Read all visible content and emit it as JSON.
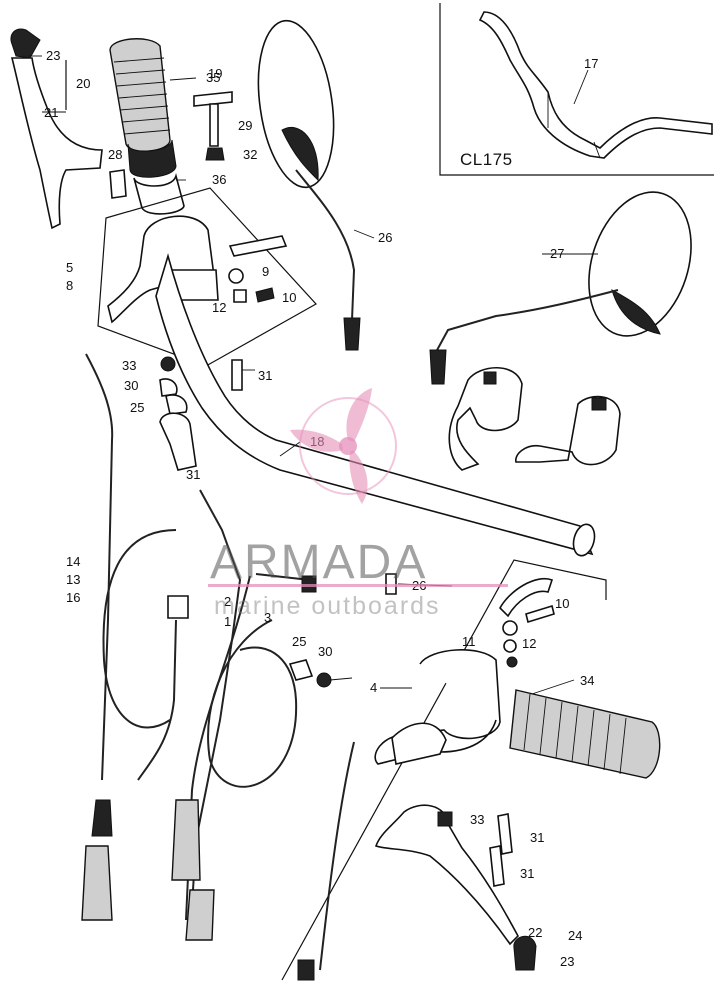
{
  "inset": {
    "title": "CL175"
  },
  "watermark": {
    "brand": "ARMADA",
    "tagline": "marine outboards",
    "color": "#e58fb8"
  },
  "callouts": [
    {
      "id": "c23a",
      "label": "23"
    },
    {
      "id": "c20",
      "label": "20"
    },
    {
      "id": "c21",
      "label": "21"
    },
    {
      "id": "c35",
      "label": "35"
    },
    {
      "id": "c19",
      "label": "19"
    },
    {
      "id": "c29",
      "label": "29"
    },
    {
      "id": "c32",
      "label": "32"
    },
    {
      "id": "c28",
      "label": "28"
    },
    {
      "id": "c36",
      "label": "36"
    },
    {
      "id": "c17",
      "label": "17"
    },
    {
      "id": "c26",
      "label": "26"
    },
    {
      "id": "c27",
      "label": "27"
    },
    {
      "id": "c5",
      "label": "5"
    },
    {
      "id": "c8",
      "label": "8"
    },
    {
      "id": "c9",
      "label": "9"
    },
    {
      "id": "c12a",
      "label": "12"
    },
    {
      "id": "c10a",
      "label": "10"
    },
    {
      "id": "c33a",
      "label": "33"
    },
    {
      "id": "c31a",
      "label": "31"
    },
    {
      "id": "c30a",
      "label": "30"
    },
    {
      "id": "c25a",
      "label": "25"
    },
    {
      "id": "c18",
      "label": "18"
    },
    {
      "id": "c31b",
      "label": "31"
    },
    {
      "id": "c14",
      "label": "14"
    },
    {
      "id": "c13",
      "label": "13"
    },
    {
      "id": "c16",
      "label": "16"
    },
    {
      "id": "c2",
      "label": "2"
    },
    {
      "id": "c1",
      "label": "1"
    },
    {
      "id": "c3",
      "label": "3"
    },
    {
      "id": "c26b",
      "label": "26"
    },
    {
      "id": "c10b",
      "label": "10"
    },
    {
      "id": "c11",
      "label": "11"
    },
    {
      "id": "c12b",
      "label": "12"
    },
    {
      "id": "c25b",
      "label": "25"
    },
    {
      "id": "c30b",
      "label": "30"
    },
    {
      "id": "c4",
      "label": "4"
    },
    {
      "id": "c34",
      "label": "34"
    },
    {
      "id": "c33b",
      "label": "33"
    },
    {
      "id": "c31c",
      "label": "31"
    },
    {
      "id": "c31d",
      "label": "31"
    },
    {
      "id": "c22",
      "label": "22"
    },
    {
      "id": "c24",
      "label": "24"
    },
    {
      "id": "c23b",
      "label": "23"
    }
  ]
}
